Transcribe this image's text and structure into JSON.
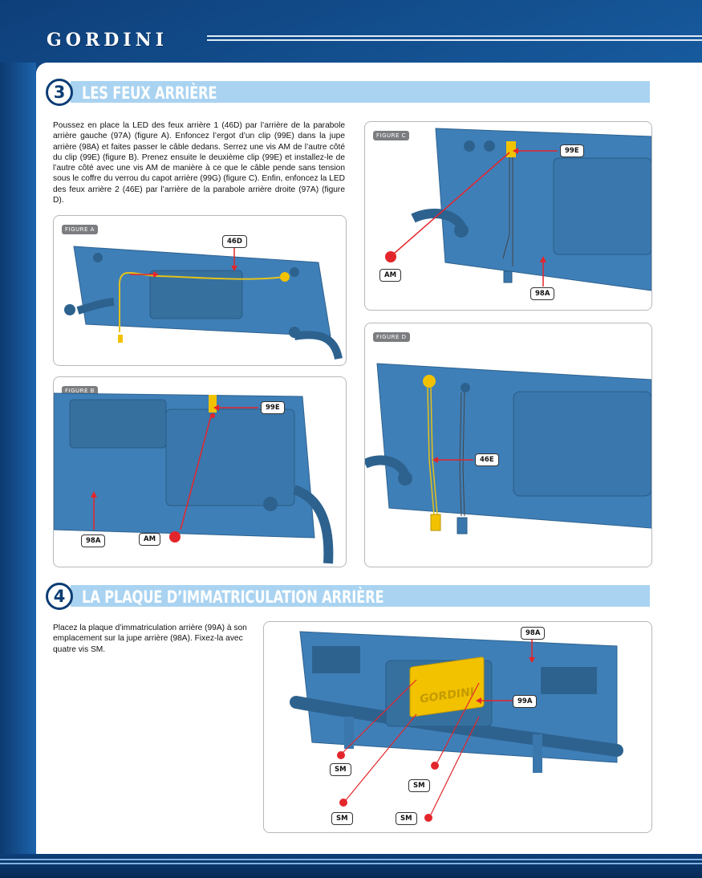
{
  "brand": "GORDINI",
  "section3": {
    "number": "3",
    "title": "LES FEUX ARRIÈRE",
    "text": "Poussez en place la LED des feux arrière 1 (46D) par l’arrière de la parabole arrière gauche (97A) (figure A). Enfoncez l’ergot d’un clip (99E) dans la jupe arrière (98A) et faites passer le câble dedans. Serrez une vis AM de l’autre côté du clip (99E) (figure B). Prenez ensuite le deuxième clip (99E) et installez-le de l’autre côté avec une vis AM de manière à ce que le câble pende sans tension sous le coffre du verrou du capot arrière (99G) (figure C). Enfin, enfoncez la LED des feux arrière 2 (46E) par l’arrière de la parabole arrière droite (97A) (figure D)."
  },
  "section4": {
    "number": "4",
    "title": "LA PLAQUE D’IMMATRICULATION ARRIÈRE",
    "text": "Placez la plaque d’immatriculation arrière (99A) à son emplacement sur la jupe arrière (98A). Fixez-la avec quatre vis SM."
  },
  "figures": {
    "a": {
      "label": "FIGURE A",
      "tags": [
        "46D"
      ]
    },
    "b": {
      "label": "FIGURE B",
      "tags": [
        "99E",
        "98A",
        "AM"
      ]
    },
    "c": {
      "label": "FIGURE C",
      "tags": [
        "99E",
        "AM",
        "98A"
      ]
    },
    "d": {
      "label": "FIGURE D",
      "tags": [
        "46E"
      ]
    },
    "plate": {
      "tags": [
        "98A",
        "99A",
        "SM",
        "SM",
        "SM",
        "SM"
      ],
      "plate_text": "GORDINI"
    }
  },
  "colors": {
    "part_blue": "#3f7fb8",
    "accent_red": "#e3262b",
    "led_yellow": "#f2c200",
    "header_bar": "#a9d3f1",
    "brand_blue": "#0c3d74"
  }
}
